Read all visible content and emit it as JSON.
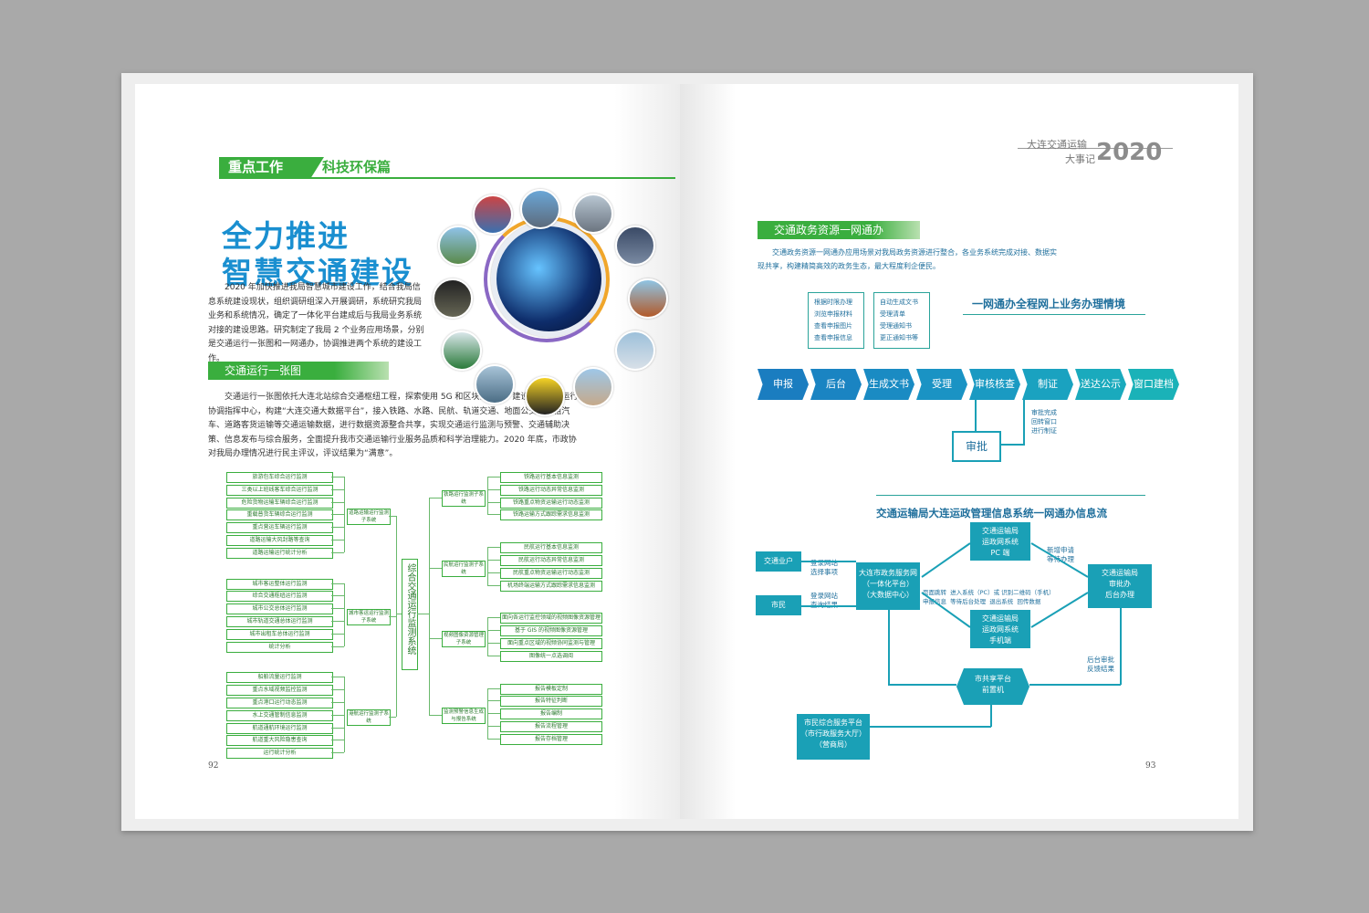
{
  "left": {
    "header": {
      "tag": "重点工作",
      "section": "科技环保篇"
    },
    "title_line1": "全力推进",
    "title_line2": "智慧交通建设",
    "intro": "2020 年加快推进我局智慧城市建设工作，结合我局信息系统建设现状，组织调研组深入开展调研，系统研究我局业务和系统情况，确定了一体化平台建成后与我局业务系统对接的建设思路。研究制定了我局 2 个业务应用场景，分别是交通运行一张图和一网通办，协调推进两个系统的建设工作。",
    "section_title": "交通运行一张图",
    "section_text": "交通运行一张图依托大连北站综合交通枢纽工程，探索使用 5G 和区块链技术，建设大连交通运行协调指挥中心，构建“大连交通大数据平台”，接入铁路、水路、民航、轨道交通、地面公交、出租汽车、道路客货运输等交通运输数据，进行数据资源整合共享，实现交通运行监测与预警、交通辅助决策、信息发布与综合服务，全面提升我市交通运输行业服务品质和科学治理能力。2020 年底，市政协对我局办理情况进行民主评议，评议结果为“满意”。",
    "tree": {
      "center": "综合交通运行监测系统",
      "left_groups": [
        {
          "name": "道路运输运行监测子系统",
          "items": [
            "旅游包车综合运行监测",
            "三类以上班线客车综合运行监测",
            "危险货物运输车辆综合运行监测",
            "重载普货车辆综合运行监测",
            "重点营运车辆运行监测",
            "道路运输大风封路等查询",
            "道路运输运行统计分析"
          ]
        },
        {
          "name": "城市客运运行监测子系统",
          "items": [
            "城市客运整体运行监测",
            "综合交通枢纽运行监测",
            "城市公交总体运行监测",
            "城市轨道交通总体运行监测",
            "城市出租车总体运行监测",
            "统计分析"
          ]
        },
        {
          "name": "港航运行监测子系统",
          "items": [
            "船舶流量运行监测",
            "重点水域视频监控监测",
            "重点港口运行动态监测",
            "水上交通管制信息监测",
            "航道通航环境运行监测",
            "航道重大风险隐患查询",
            "运行统计分析"
          ]
        }
      ],
      "right_groups": [
        {
          "name": "铁路运行监测子系统",
          "items": [
            "铁路运行基本信息监测",
            "铁路运行动态异常信息监测",
            "铁路重点物资运输运行动态监测",
            "铁路运输方式跟踪需求信息监测"
          ]
        },
        {
          "name": "民航运行监测子系统",
          "items": [
            "民航运行基本信息监测",
            "民航运行动态异常信息监测",
            "民航重点物资运输运行动态监测",
            "机场终端运输方式跟踪需求信息监测"
          ]
        },
        {
          "name": "视频图像资源管理子系统",
          "items": [
            "面向各运行监控领域的视频图像资源管理",
            "基于 GIS 的视频图像资源管理",
            "面向重点区域的视频协同监测与管理",
            "图像统一点选调阅"
          ]
        },
        {
          "name": "监测预警信息生成与报告系统",
          "items": [
            "报告模板定制",
            "报告特征判断",
            "报告编制",
            "报告流程管理",
            "报告存档管理"
          ]
        }
      ]
    },
    "page_number": "92"
  },
  "right": {
    "header": {
      "title_line1": "大连交通运输",
      "title_line2": "大事记",
      "year": "2020"
    },
    "section_title": "交通政务资源一网通办",
    "section_text": "交通政务资源一网通办应用场景对我局政务资源进行整合，各业务系统完成对接、数据实现共享，构建精简高效的政务生态，最大程度利企便民。",
    "flow1": {
      "title": "一网通办全程网上业务办理情境",
      "callout1": [
        "根据时限办理",
        "浏览申报材料",
        "查看申报图片",
        "查看申报信息"
      ],
      "callout2": [
        "自动生成文书",
        "受理清单",
        "受理通知书",
        "更正通知书等"
      ],
      "steps": [
        "申报",
        "后台",
        "生成文书",
        "受理",
        "审核核查",
        "制证",
        "送达公示",
        "窗口建档"
      ],
      "approve": "审批",
      "approve_notes": [
        "审批完成",
        "回转窗口",
        "进行制证"
      ]
    },
    "flow2": {
      "title": "交通运输局大连运政管理信息系统一网通办信息流",
      "user1": "交通业户",
      "user2": "市民",
      "label_login1": "登录网站\n选择事项",
      "label_login2": "登录网站\n查询结果",
      "hub": "大连市政务服务网\n（一体化平台）\n（大数据中心）",
      "pc": "交通运输局\n运政网系统\nPC 端",
      "mobile": "交通运输局\n运政网系统\n手机端",
      "bureau": "交通运输局\n审批办\n后台办理",
      "share": "市共享平台\n前置机",
      "service": "市民综合服务平台\n（市行政服务大厅）\n（营商局）",
      "mid_labels": "页面跳转  进入系统（PC）或 识别二维码（手机）\n申报信息  等待后台处理  退出系统  回传数据",
      "new_apply": "新增申请\n等待办理",
      "feedback": "后台审批\n反馈结果"
    },
    "page_number": "93"
  }
}
